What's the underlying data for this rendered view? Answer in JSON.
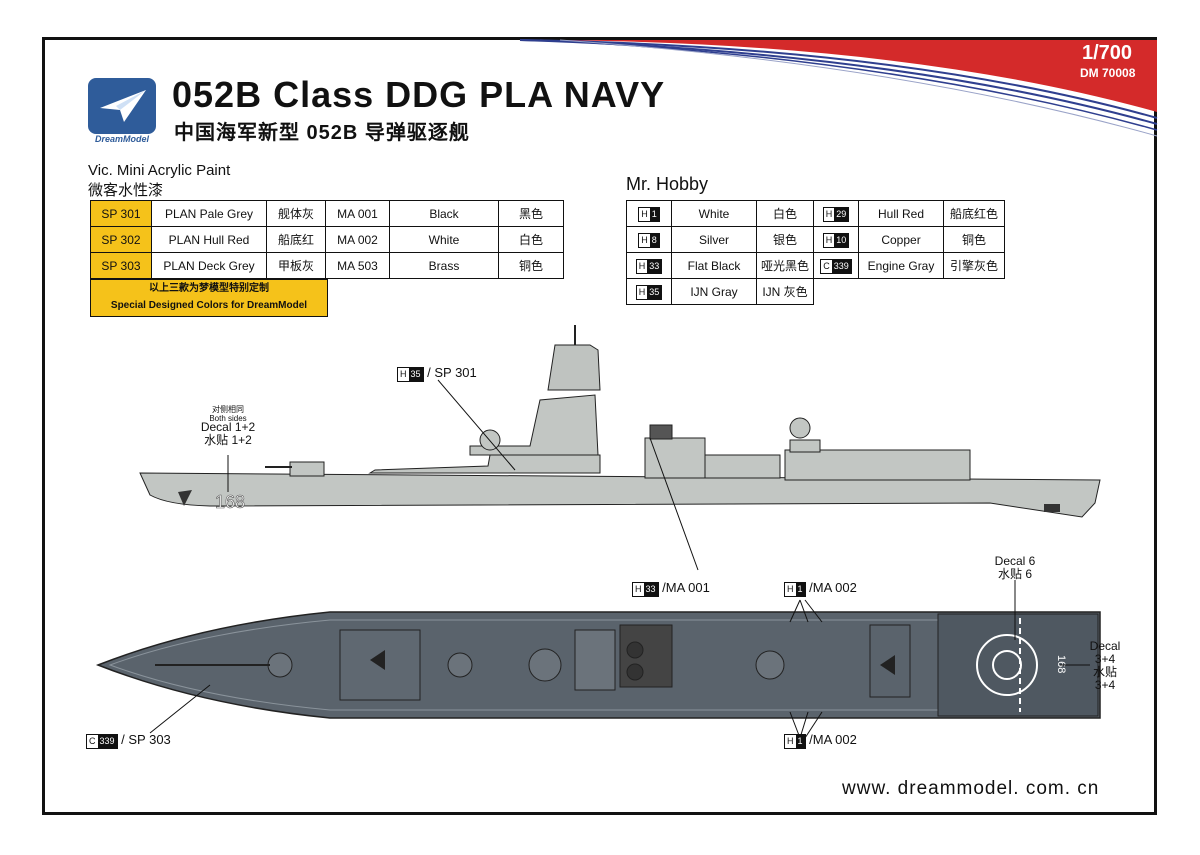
{
  "header": {
    "title_en": "052B Class DDG PLA NAVY",
    "title_zh": "中国海军新型 052B 导弹驱逐舰",
    "logo_text": "DreamModel",
    "scale": "1/700",
    "product_code": "DM 70008"
  },
  "vic": {
    "heading_en": "Vic. Mini Acrylic Paint",
    "heading_zh": "微客水性漆",
    "rows": [
      {
        "code": "SP 301",
        "name": "PLAN Pale Grey",
        "zh": "舰体灰",
        "ma": "MA 001",
        "ma_name": "Black",
        "ma_zh": "黑色"
      },
      {
        "code": "SP 302",
        "name": "PLAN Hull Red",
        "zh": "船底红",
        "ma": "MA 002",
        "ma_name": "White",
        "ma_zh": "白色"
      },
      {
        "code": "SP 303",
        "name": "PLAN Deck Grey",
        "zh": "甲板灰",
        "ma": "MA 503",
        "ma_name": "Brass",
        "ma_zh": "铜色"
      }
    ],
    "special_zh": "以上三款为梦模型特别定制",
    "special_en": "Special Designed Colors for DreamModel"
  },
  "hobby": {
    "heading": "Mr. Hobby",
    "rows": [
      [
        {
          "h": "H",
          "n": "1",
          "name": "White",
          "zh": "白色"
        },
        {
          "h": "H",
          "n": "29",
          "name": "Hull Red",
          "zh": "船底红色"
        }
      ],
      [
        {
          "h": "H",
          "n": "8",
          "name": "Silver",
          "zh": "银色"
        },
        {
          "h": "H",
          "n": "10",
          "name": "Copper",
          "zh": "铜色"
        }
      ],
      [
        {
          "h": "H",
          "n": "33",
          "name": "Flat Black",
          "zh": "哑光黑色"
        },
        {
          "h": "C",
          "n": "339",
          "name": "Engine Gray",
          "zh": "引擎灰色"
        }
      ],
      [
        {
          "h": "H",
          "n": "35",
          "name": "IJN Gray",
          "zh": "IJN 灰色"
        }
      ]
    ]
  },
  "callouts": {
    "c1": {
      "h": "H",
      "n": "35",
      "text": " / SP 301"
    },
    "c2": {
      "h": "H",
      "n": "33",
      "text": " /MA 001"
    },
    "c3": {
      "h": "H",
      "n": "1",
      "text": " /MA 002"
    },
    "c4": {
      "h": "C",
      "n": "339",
      "text": " / SP 303"
    },
    "c5": {
      "h": "H",
      "n": "1",
      "text": " /MA 002"
    }
  },
  "decals": {
    "side_small_zh": "对侧相同",
    "side_small_en": "Both sides",
    "side_en": "Decal 1+2",
    "side_zh": "水贴 1+2",
    "d6_en": "Decal 6",
    "d6_zh": "水贴 6",
    "d34_en": "Decal",
    "d34_n": "3+4",
    "d34_zh": "水贴",
    "d34_n2": "3+4"
  },
  "hull_number": "168",
  "website": "www. dreammodel. com. cn",
  "colors": {
    "hull_side": "#c2c6c3",
    "deck": "#5a636c",
    "yellow": "#f5c21a",
    "red_band": "#d42a2a",
    "blue_band": "#2f3f8f"
  }
}
